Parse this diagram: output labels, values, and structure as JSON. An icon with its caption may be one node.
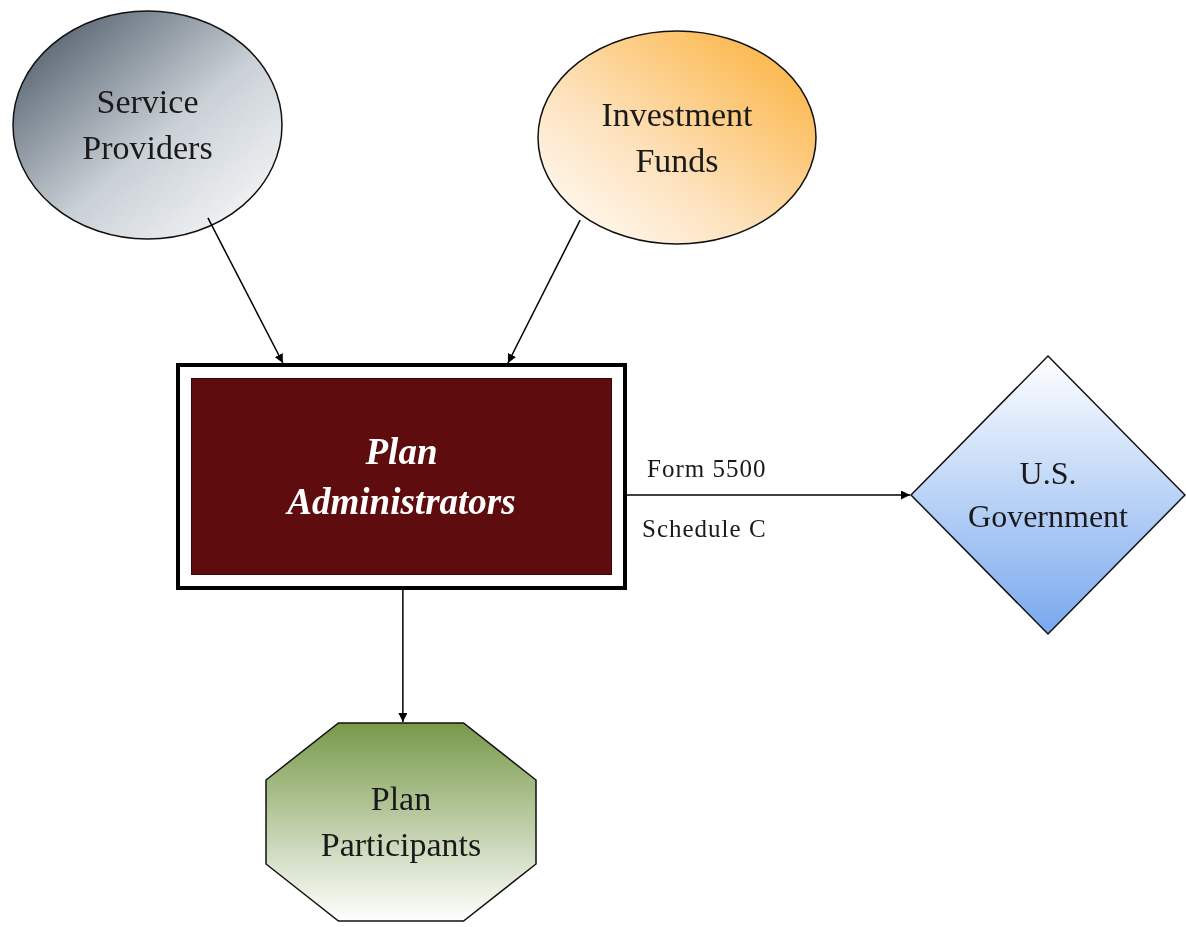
{
  "diagram": {
    "nodes": [
      {
        "text": [
          "Service Providers"
        ]
      },
      {
        "text": [
          "Investment Funds"
        ]
      },
      {
        "text": [
          "Plan Administrators"
        ]
      },
      {
        "text": [
          "U.S. Government"
        ]
      },
      {
        "text": [
          "Plan Participants"
        ]
      }
    ],
    "edges": [
      {
        "from": 0,
        "to": 2,
        "arrow": "to"
      },
      {
        "from": 1,
        "to": 2,
        "arrow": "to"
      },
      {
        "from": 2,
        "to": 3,
        "arrow": "to",
        "label": "Form 5500"
      },
      {
        "from": 2,
        "to": 4,
        "arrow": "to"
      }
    ],
    "labels": [
      "Schedule C"
    ]
  }
}
